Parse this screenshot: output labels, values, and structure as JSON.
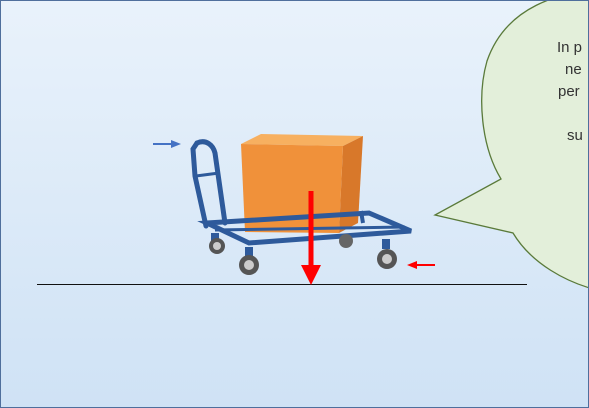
{
  "slide": {
    "bubble": {
      "lines": [
        "In p",
        "ne",
        "per",
        "su"
      ]
    }
  },
  "colors": {
    "background_top": "#e9f2fb",
    "background_bottom": "#cfe2f5",
    "bubble_fill": "#e3efda",
    "bubble_stroke": "#5a7a3a",
    "box": "#f0913a",
    "trolley_frame": "#2e5a9b",
    "force_arrow": "#ff0000",
    "push_arrow": "#4472c4"
  },
  "icons": [
    "trolley-with-box",
    "weight-force-arrow",
    "push-arrow",
    "friction-arrow"
  ]
}
